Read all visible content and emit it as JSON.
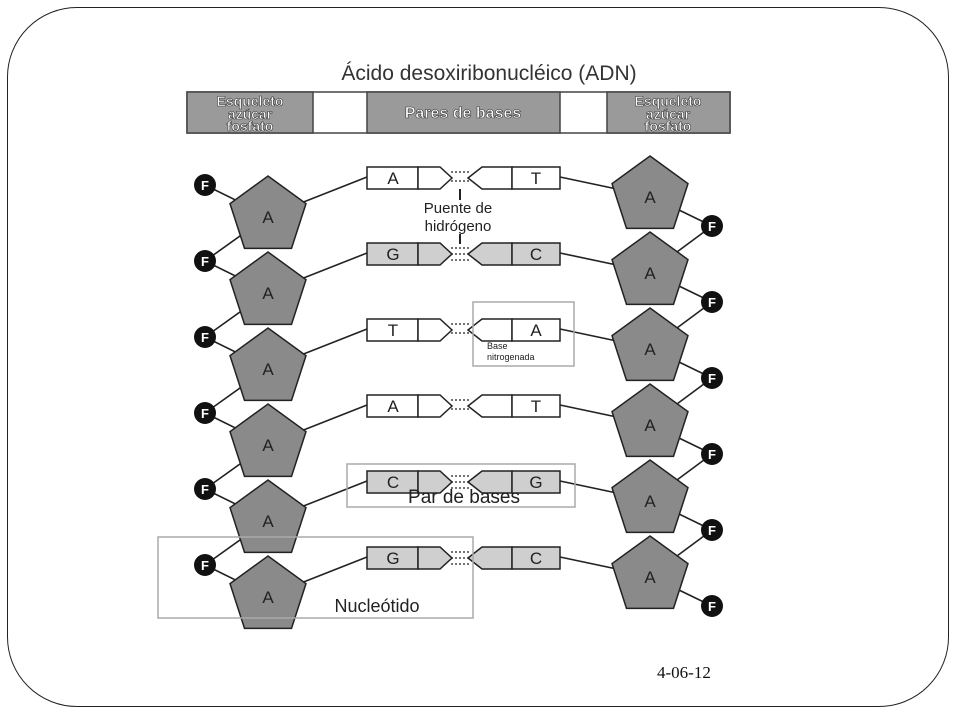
{
  "diagram": {
    "title": "Ácido desoxiribonucléico (ADN)",
    "legend": {
      "left_backbone": [
        "Esqueleto",
        "azúcar",
        "fosfato"
      ],
      "center": "Pares de bases",
      "right_backbone": [
        "Esqueleto",
        "azúcar",
        "fosfato"
      ]
    },
    "phosphate_label": "F",
    "sugar_label": "A",
    "base_pairs": [
      {
        "left": "A",
        "right": "T",
        "bond": "double",
        "shaded": false
      },
      {
        "left": "G",
        "right": "C",
        "bond": "triple",
        "shaded": true
      },
      {
        "left": "T",
        "right": "A",
        "bond": "double",
        "shaded": false
      },
      {
        "left": "A",
        "right": "T",
        "bond": "double",
        "shaded": false
      },
      {
        "left": "C",
        "right": "G",
        "bond": "triple",
        "shaded": true
      },
      {
        "left": "G",
        "right": "C",
        "bond": "triple",
        "shaded": true
      }
    ],
    "annotations": {
      "hydrogen_bond": [
        "Puente de",
        "hidrógeno"
      ],
      "nitrogen_base": [
        "Base",
        "nitrogenada"
      ],
      "base_pair": "Par de bases",
      "nucleotide": "Nucleótido"
    },
    "colors": {
      "sugar_fill": "#8a8a8a",
      "phosphate_fill": "#111111",
      "shaded_base": "#cfcfcf",
      "legend_fill": "#9a9a9a"
    }
  },
  "footer": {
    "date": "4-06-12"
  }
}
